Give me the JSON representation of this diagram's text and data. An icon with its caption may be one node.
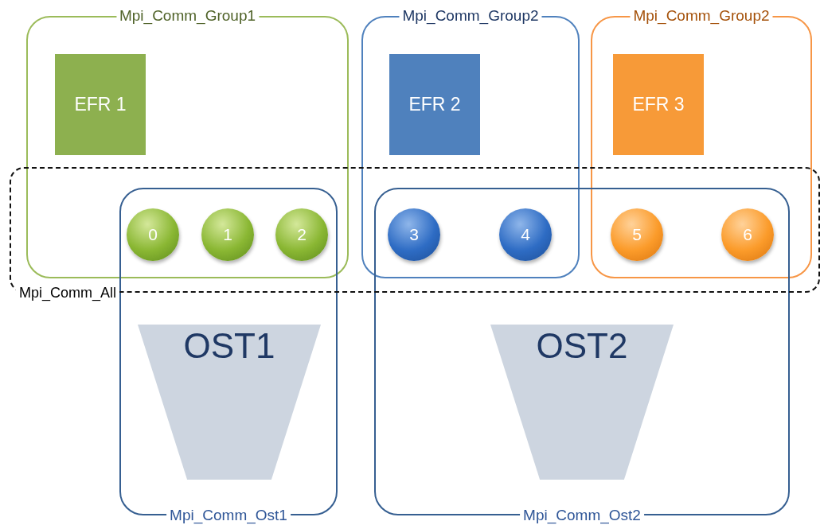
{
  "diagram": {
    "nodes": [
      {
        "text": [
          "Mpi_Comm_Group1"
        ]
      },
      {
        "text": [
          "EFR 1"
        ],
        "in": 0
      },
      {
        "text": [
          "Mpi_Comm_Group2"
        ]
      },
      {
        "text": [
          "EFR 2"
        ],
        "in": 2
      },
      {
        "text": [
          "Mpi_Comm_Group2"
        ]
      },
      {
        "text": [
          "EFR 3"
        ],
        "in": 4
      },
      {
        "text": [
          "Mpi_Comm_All"
        ]
      },
      {
        "text": [
          "Mpi_Comm_Ost1"
        ]
      },
      {
        "text": [
          "Mpi_Comm_Ost2"
        ]
      },
      {
        "text": [
          "0"
        ]
      },
      {
        "text": [
          "1"
        ]
      },
      {
        "text": [
          "2"
        ]
      },
      {
        "text": [
          "3"
        ]
      },
      {
        "text": [
          "4"
        ]
      },
      {
        "text": [
          "5"
        ]
      },
      {
        "text": [
          "6"
        ]
      },
      {
        "text": [
          "OST1"
        ],
        "in": 7
      },
      {
        "text": [
          "OST2"
        ],
        "in": 8
      }
    ],
    "edges": []
  }
}
